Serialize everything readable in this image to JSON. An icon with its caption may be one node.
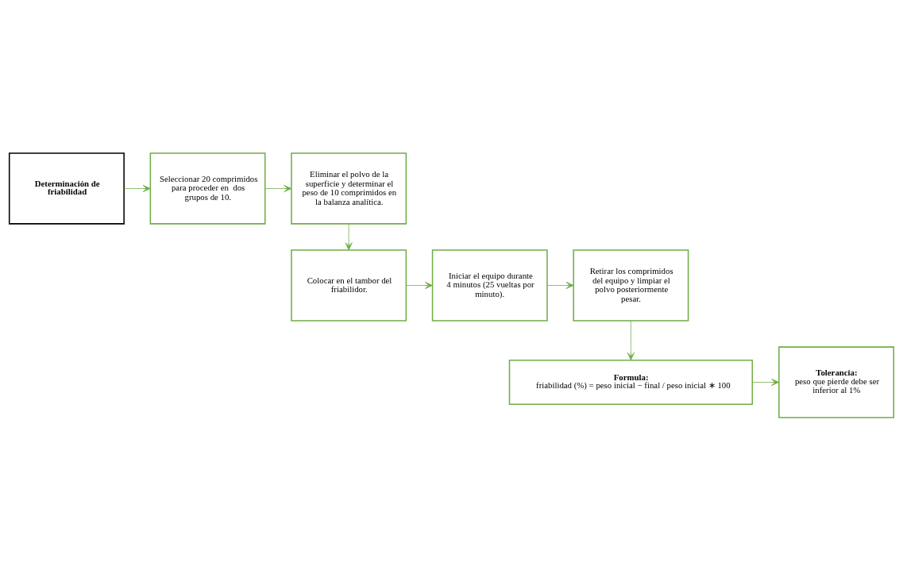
{
  "diagram": {
    "nodes": [
      {
        "text": [
          "Determinación de friabilidad"
        ]
      },
      {
        "text": [
          "Seleccionar 20 comprimidos para proceder en  dos grupos de 10."
        ]
      },
      {
        "text": [
          "Eliminar el polvo de la superficie y determinar el peso de 10 comprimidos en la balanza analítica."
        ]
      },
      {
        "text": [
          "Colocar en el tambor del friabilidor."
        ]
      },
      {
        "text": [
          "Iniciar el equipo durante 4 minutos (25 vueltas por minuto)."
        ]
      },
      {
        "text": [
          "Retirar los comprimidos del equipo y limpiar el polvo posteriormente pesar."
        ]
      },
      {
        "text": [
          "Formula:",
          "friabilidad (%) = peso inicial − final / peso inicial ∗ 100"
        ]
      },
      {
        "text": [
          "Tolerancia:",
          "peso que pierde debe ser inferior al 1%"
        ]
      }
    ],
    "edges": [
      {
        "from": 0,
        "to": 1,
        "arrow": "to"
      },
      {
        "from": 1,
        "to": 2,
        "arrow": "to"
      },
      {
        "from": 2,
        "to": 3,
        "arrow": "to"
      },
      {
        "from": 3,
        "to": 4,
        "arrow": "to"
      },
      {
        "from": 4,
        "to": 5,
        "arrow": "to"
      },
      {
        "from": 5,
        "to": 6,
        "arrow": "to"
      },
      {
        "from": 6,
        "to": 7,
        "arrow": "to"
      }
    ]
  }
}
